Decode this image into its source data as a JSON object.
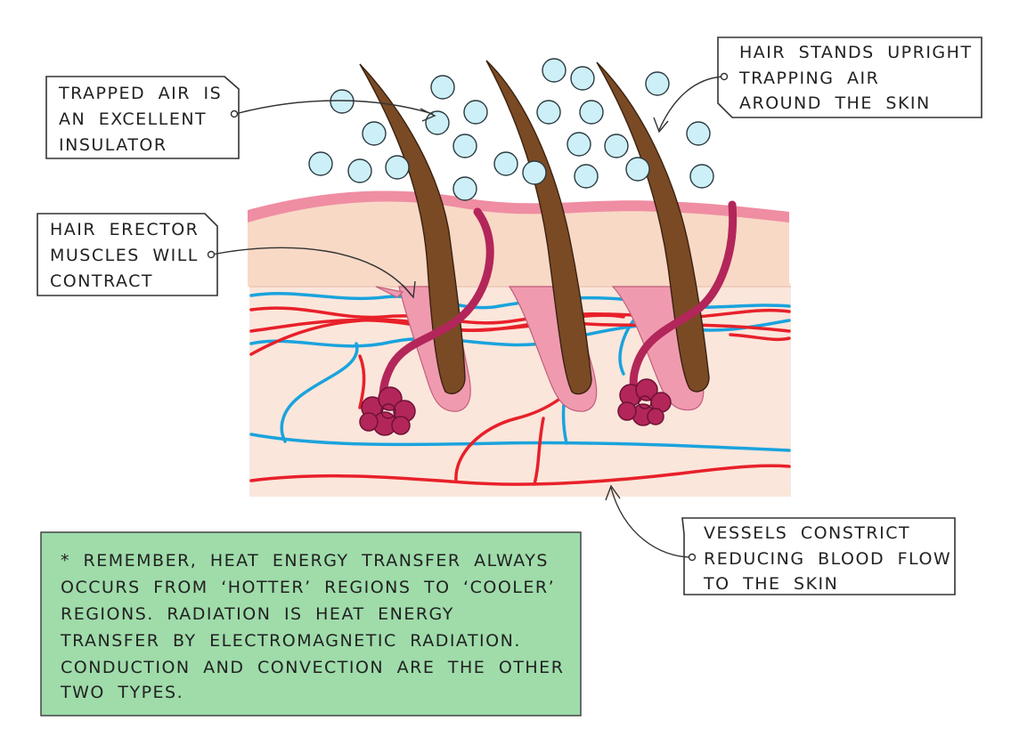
{
  "labels": {
    "trapped_air": [
      "TRAPPED AIR IS",
      "AN EXCELLENT",
      "INSULATOR"
    ],
    "hair_stands": [
      "HAIR STANDS UPRIGHT",
      "TRAPPING AIR",
      "AROUND THE SKIN"
    ],
    "hair_erector": [
      "HAIR ERECTOR",
      "MUSCLES WILL",
      "CONTRACT"
    ],
    "vessels": [
      "VESSELS CONSTRICT",
      "REDUCING BLOOD FLOW",
      "TO THE SKIN"
    ]
  },
  "note": {
    "lines": [
      "* REMEMBER, HEAT ENERGY TRANSFER ALWAYS",
      "OCCURS FROM ‘HOTTER’ REGIONS TO ‘COOLER’",
      "REGIONS. RADIATION IS HEAT ENERGY",
      "TRANSFER BY ELECTROMAGNETIC RADIATION.",
      "CONDUCTION AND CONVECTION ARE THE OTHER",
      "TWO TYPES."
    ]
  },
  "colors": {
    "air_bubble": "#cdeff7",
    "bubble_outline": "#2a3a40",
    "epidermis": "#f8d9c6",
    "epidermis_top": "#ef8da3",
    "dermis": "#fbe6db",
    "hair": "#7a4a25",
    "follicle": "#f09ab0",
    "muscle": "#b3265a",
    "artery": "#e8202a",
    "vein": "#1aa3dd",
    "note_box": "#9fdcaa"
  }
}
